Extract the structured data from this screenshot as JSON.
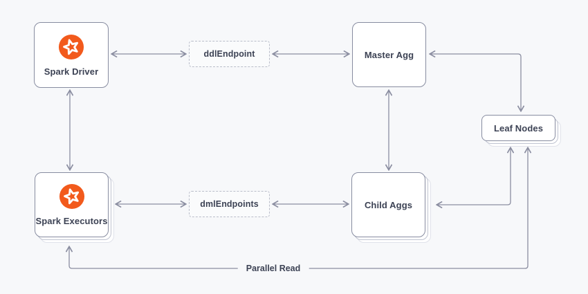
{
  "diagram": {
    "nodes": {
      "spark_driver": {
        "label": "Spark Driver",
        "icon": "star-logo"
      },
      "ddl_endpoint": {
        "label": "ddlEndpoint"
      },
      "master_agg": {
        "label": "Master Agg"
      },
      "leaf_nodes": {
        "label": "Leaf Nodes"
      },
      "spark_executors": {
        "label": "Spark Executors",
        "icon": "star-logo"
      },
      "dml_endpoints": {
        "label": "dmlEndpoints"
      },
      "child_aggs": {
        "label": "Child Aggs"
      }
    },
    "labels": {
      "parallel_read": "Parallel Read"
    },
    "colors": {
      "background": "#F7F8FA",
      "node_fill": "#FFFFFF",
      "node_border": "#878CA0",
      "stack_border_1": "#BFC3D0",
      "stack_border_2": "#E0E2EA",
      "dashed_border": "#B9BDC9",
      "text": "#3C4254",
      "arrow": "#8A8DA0",
      "logo_orange": "#F25A1C"
    }
  }
}
